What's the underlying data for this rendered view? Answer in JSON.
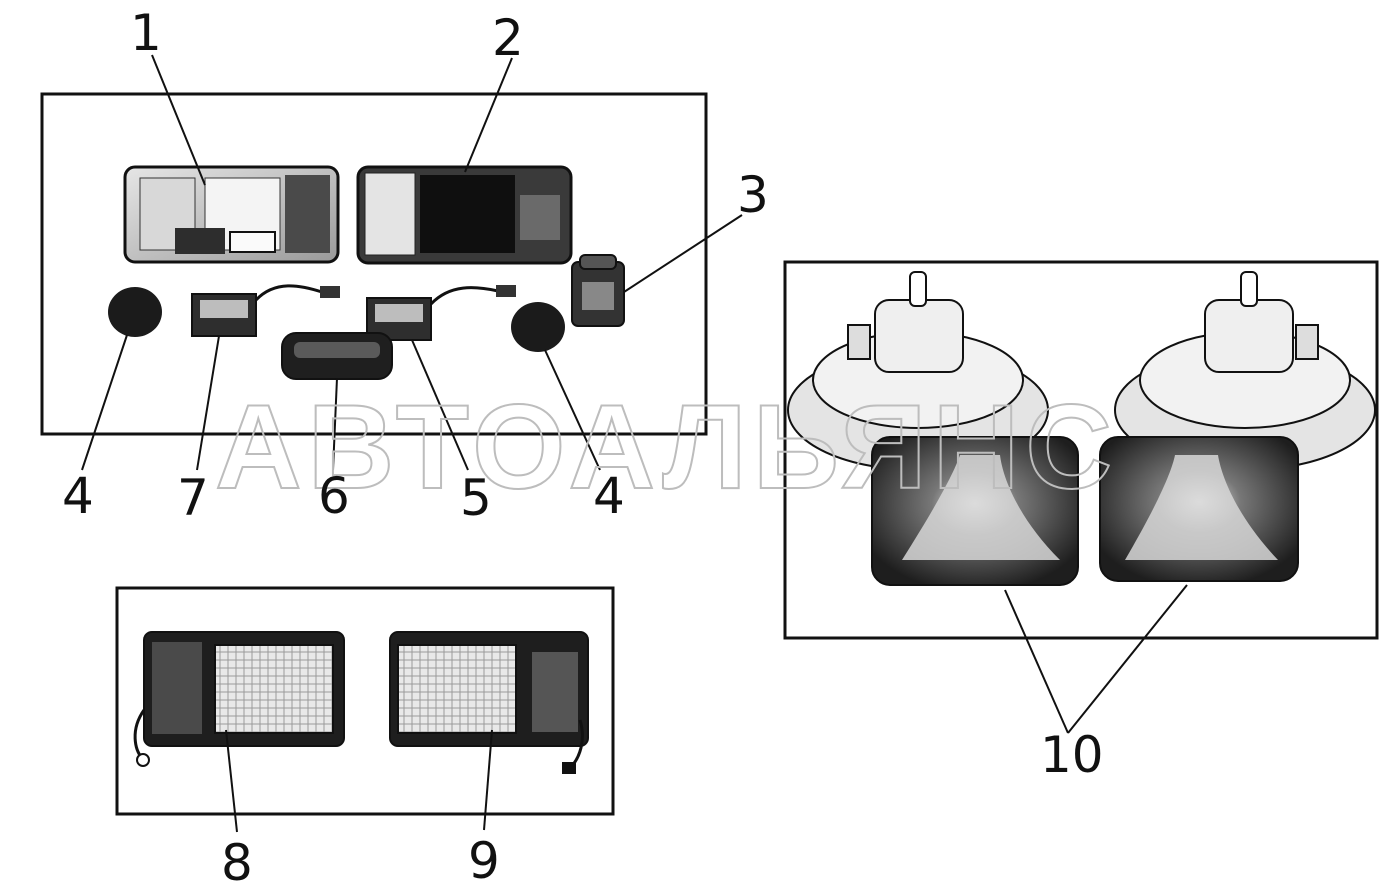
{
  "watermark": "АВТОАЛЬЯНС",
  "callouts": {
    "c1": "1",
    "c2": "2",
    "c3": "3",
    "c4a": "4",
    "c4b": "4",
    "c5": "5",
    "c6": "6",
    "c7": "7",
    "c8": "8",
    "c9": "9",
    "c10": "10"
  },
  "colors": {
    "ink": "#111111",
    "paper": "#ffffff",
    "watermark": "#bdbdbd"
  }
}
